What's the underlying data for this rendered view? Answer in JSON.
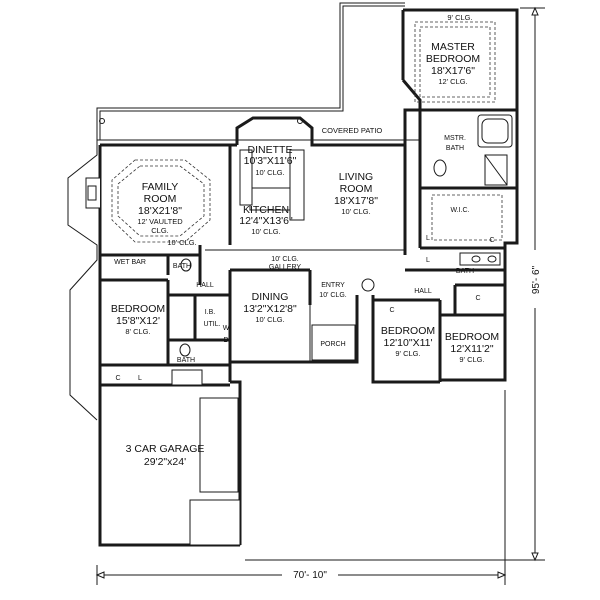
{
  "rooms": {
    "master_clg_top": "9' CLG.",
    "master_name": "MASTER",
    "master_name2": "BEDROOM",
    "master_size": "18'X17'6\"",
    "master_clg": "12' CLG.",
    "covered_patio": "COVERED PATIO",
    "dinette_name": "DINETTE",
    "dinette_size": "10'3\"X11'6\"",
    "dinette_clg": "10' CLG.",
    "family_name": "FAMILY",
    "family_name2": "ROOM",
    "family_size": "18'X21'8\"",
    "family_clg": "12' VAULTED",
    "family_clg2": "CLG.",
    "kitchen_name": "KITCHEN",
    "kitchen_size": "12'4\"X13'6\"",
    "kitchen_clg": "10' CLG.",
    "living_name": "LIVING",
    "living_name2": "ROOM",
    "living_size": "18'X17'8\"",
    "living_clg": "10' CLG.",
    "mstr_bath": "MSTR.",
    "mstr_bath2": "BATH",
    "wic": "W.I.C.",
    "bath": "BATH",
    "hall": "HALL",
    "wet_bar": "WET BAR",
    "clg10": "10' CLG.",
    "gallery_clg": "10' CLG.",
    "gallery": "GALLERY",
    "bed1_name": "BEDROOM",
    "bed1_size": "15'8\"X12'",
    "bed1_clg": "8' CLG.",
    "dining_name": "DINING",
    "dining_size": "13'2\"X12'8\"",
    "dining_clg": "10' CLG.",
    "entry": "ENTRY",
    "entry_clg": "10' CLG.",
    "porch": "PORCH",
    "ib": "I.B.",
    "util": "UTIL.",
    "bed2_name": "BEDROOM",
    "bed2_size": "12'10\"X11'",
    "bed2_clg": "9' CLG.",
    "bed3_name": "BEDROOM",
    "bed3_size": "12'X11'2\"",
    "bed3_clg": "9' CLG.",
    "garage_name": "3 CAR GARAGE",
    "garage_size": "29'2\"x24'",
    "closet": "C",
    "linen": "L",
    "wh": "W",
    "dryer": "D"
  },
  "dimensions": {
    "width": "70'- 10\"",
    "depth": "95'- 6\""
  }
}
